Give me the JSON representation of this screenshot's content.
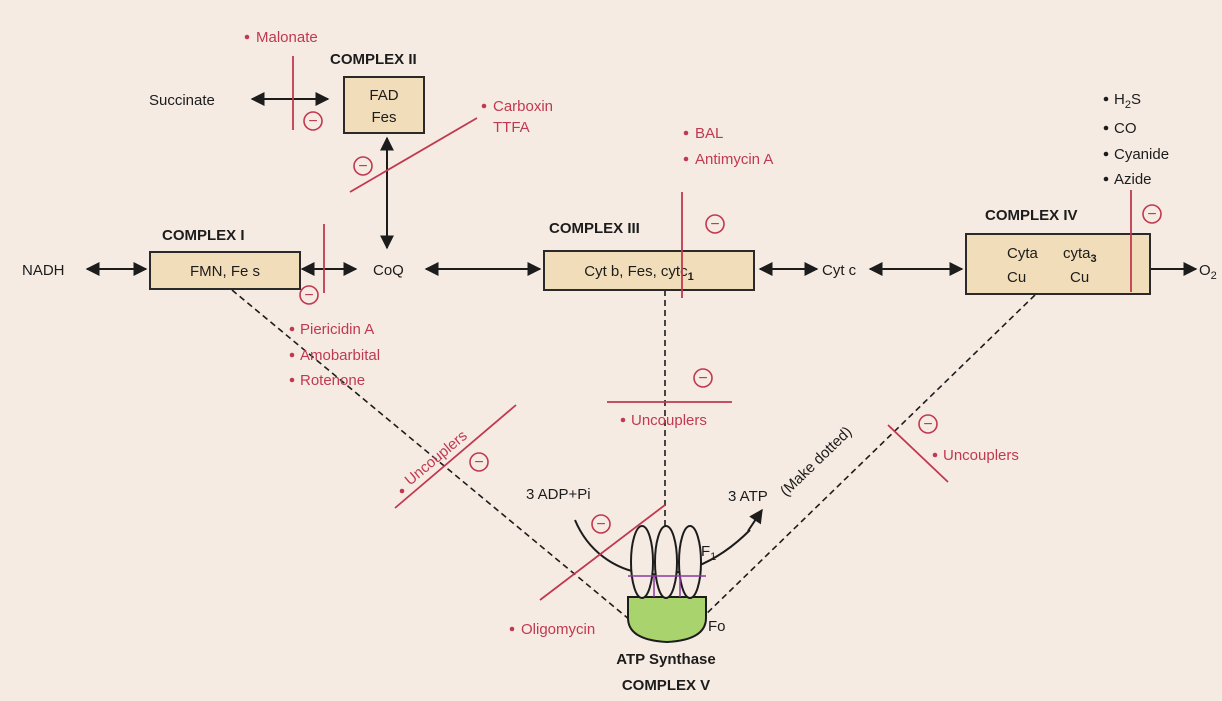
{
  "colors": {
    "background": "#f6ebe3",
    "complex_fill": "#f1ddb9",
    "inhibitor": "#c0394f",
    "f0_fill": "#a9d36c",
    "text": "#1c1c1c"
  },
  "complexes": {
    "c1": {
      "title": "COMPLEX I",
      "content": "FMN, Fe s"
    },
    "c2": {
      "title": "COMPLEX II",
      "line1": "FAD",
      "line2": "Fes"
    },
    "c3": {
      "title": "COMPLEX III",
      "content": "Cyt b, Fes, cytc",
      "content_sub": "1"
    },
    "c4": {
      "title": "COMPLEX IV",
      "r1a": "Cyta",
      "r1b": "cyta",
      "r1b_sub": "3",
      "r2a": "Cu",
      "r2b": "Cu"
    },
    "c5": {
      "line1": "ATP Synthase",
      "line2": "COMPLEX V",
      "f1": "F",
      "f1_sub": "1",
      "fo": "Fo"
    }
  },
  "carriers": {
    "nadh": "NADH",
    "succinate": "Succinate",
    "coq": "CoQ",
    "cytc": "Cyt c",
    "o2": "O",
    "o2_sub": "2",
    "adp": "3 ADP+Pi",
    "atp": "3 ATP",
    "note": "(Make dotted)"
  },
  "inhibitors": {
    "complex2": [
      "Malonate",
      "Carboxin",
      "TTFA"
    ],
    "complex1": [
      "Piericidin A",
      "Amobarbital",
      "Rotenone"
    ],
    "complex3": [
      "BAL",
      "Antimycin A"
    ],
    "complex4": [
      "H",
      "2",
      "S",
      "CO",
      "Cyanide",
      "Azide"
    ],
    "uncouplers": [
      "Uncouplers",
      "Uncouplers",
      "Uncouplers"
    ],
    "complex5": "Oligomycin"
  },
  "symbols": {
    "minus": "−"
  },
  "icons": [
    "inhibition-minus-icon",
    "arrow-icon",
    "atp-synthase-icon"
  ]
}
